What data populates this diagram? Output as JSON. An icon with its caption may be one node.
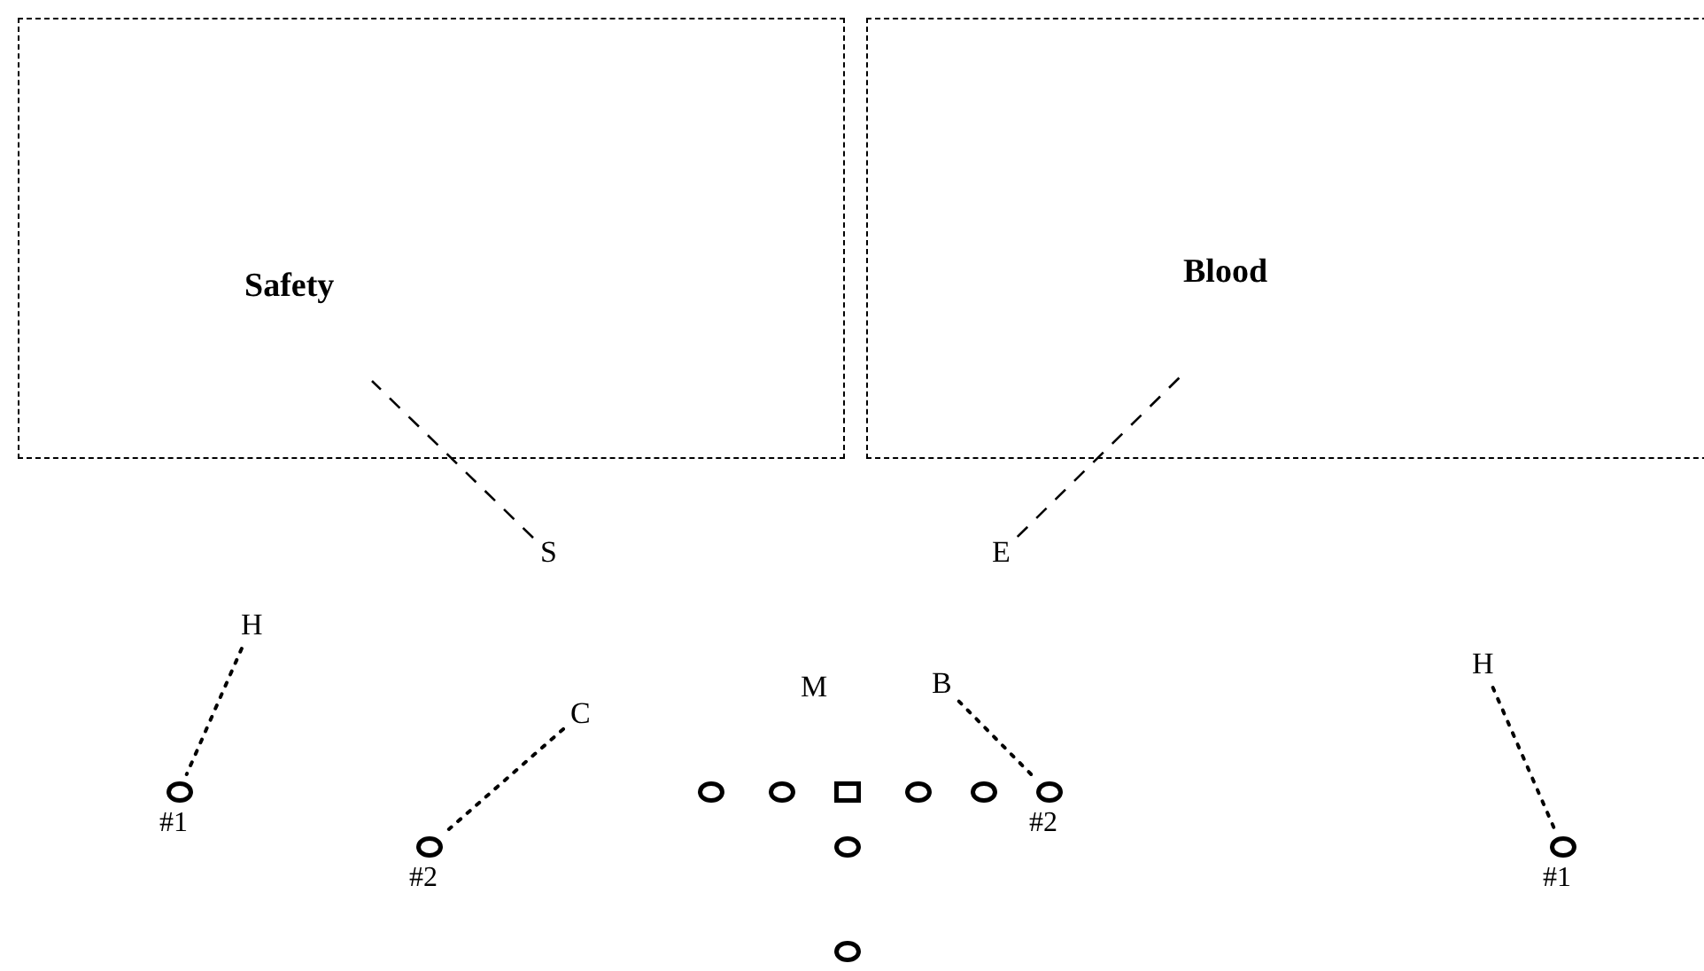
{
  "diagram": {
    "nodes": [
      {
        "text": [
          "Safety"
        ]
      },
      {
        "text": [
          "Blood"
        ]
      },
      {
        "text": [
          "S"
        ]
      },
      {
        "text": [
          "E"
        ]
      },
      {
        "text": [
          "H"
        ]
      },
      {
        "text": [
          "H"
        ]
      },
      {
        "text": [
          "M"
        ]
      },
      {
        "text": [
          "B"
        ]
      },
      {
        "text": [
          "C"
        ]
      },
      {
        "text": [],
        "shape": "circle",
        "beside": [
          "#1"
        ]
      },
      {
        "text": [],
        "shape": "circle"
      },
      {
        "text": [],
        "shape": "circle"
      },
      {
        "text": [],
        "shape": "box"
      },
      {
        "text": [],
        "shape": "circle"
      },
      {
        "text": [],
        "shape": "circle"
      },
      {
        "text": [],
        "shape": "circle",
        "beside": [
          "#2"
        ]
      },
      {
        "text": [],
        "shape": "circle",
        "beside": [
          "#2"
        ]
      },
      {
        "text": [],
        "shape": "circle"
      },
      {
        "text": [],
        "shape": "circle",
        "beside": [
          "#1"
        ]
      },
      {
        "text": [],
        "shape": "circle"
      }
    ],
    "edges": [
      {
        "from": 2,
        "to": 0,
        "arrow": "none",
        "style": "dashed"
      },
      {
        "from": 3,
        "to": 1,
        "arrow": "none",
        "style": "dashed"
      },
      {
        "from": 4,
        "to": 9,
        "arrow": "none"
      },
      {
        "from": 8,
        "to": 16,
        "arrow": "none"
      },
      {
        "from": 7,
        "to": 15,
        "arrow": "none"
      },
      {
        "from": 5,
        "to": 18,
        "arrow": "none"
      }
    ]
  }
}
